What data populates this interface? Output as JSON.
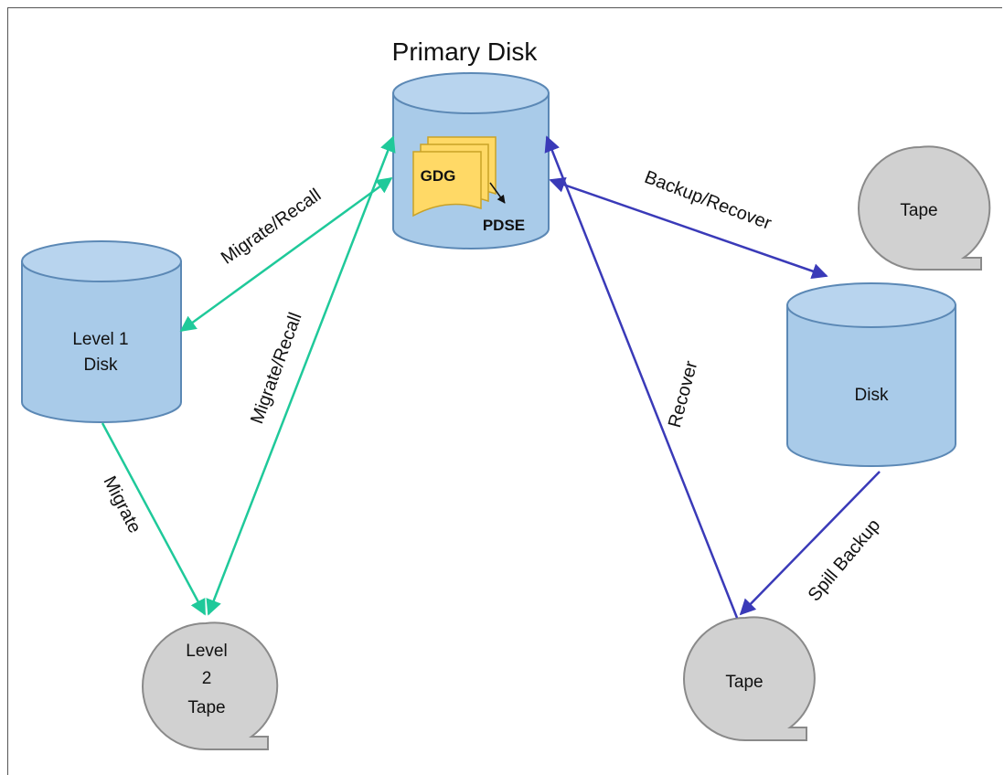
{
  "diagram": {
    "title": "Primary Disk",
    "primary_contents": {
      "gdg": "GDG",
      "pdse": "PDSE"
    },
    "nodes": {
      "level1_disk": {
        "line1": "Level 1",
        "line2": "Disk"
      },
      "backup_disk": {
        "label": "Disk"
      },
      "level2_tape": {
        "line1": "Level",
        "line2": "2",
        "line3": "Tape"
      },
      "tape_top": {
        "label": "Tape"
      },
      "tape_bottom": {
        "label": "Tape"
      }
    },
    "edges": {
      "migrate_recall_l1": "Migrate/Recall",
      "migrate_recall_l2": "Migrate/Recall",
      "migrate": "Migrate",
      "backup_recover": "Backup/Recover",
      "recover": "Recover",
      "spill_backup": "Spill Backup"
    },
    "colors": {
      "migration_arrow": "#1fc99a",
      "backup_arrow": "#3a3ab8",
      "disk_fill": "#a9cbe9",
      "disk_stroke": "#5b88b5",
      "tape_fill": "#d1d1d1",
      "tape_stroke": "#8a8a8a",
      "document_fill": "#ffd966",
      "document_stroke": "#c9a227"
    }
  }
}
